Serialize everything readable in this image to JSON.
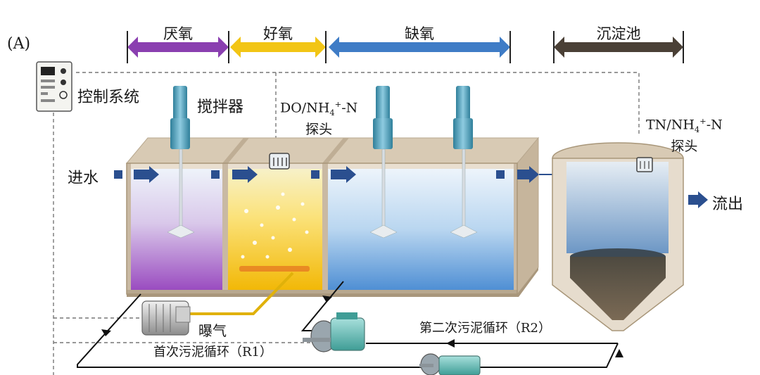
{
  "panel_label": "(A)",
  "zones": {
    "anaerobic": "厌氧",
    "aerobic": "好氧",
    "anoxic": "缺氧",
    "settling": "沉淀池"
  },
  "labels": {
    "control_system": "控制系统",
    "stirrer": "搅拌器",
    "inlet": "进水",
    "outlet": "流出",
    "aeration": "曝气",
    "probe_do_main": "DO/NH",
    "probe_do_sub": "4",
    "probe_do_sup": "+",
    "probe_do_end": "-N",
    "probe_do_line2": "探头",
    "probe_tn_main": "TN/NH",
    "probe_tn_sub": "4",
    "probe_tn_sup": "+",
    "probe_tn_end": "-N",
    "probe_tn_line2": "探头",
    "recycle_first": "首次污泥循环（R1）",
    "recycle_second": "第二次污泥循环（R2）"
  },
  "colors": {
    "anaerobic": "#8a3fb0",
    "aerobic": "#f2c515",
    "anoxic": "#3f7cc6",
    "settling": "#4a4036",
    "flow_arrow": "#2b4f8f",
    "tank_wall": "#c9b9a3"
  }
}
